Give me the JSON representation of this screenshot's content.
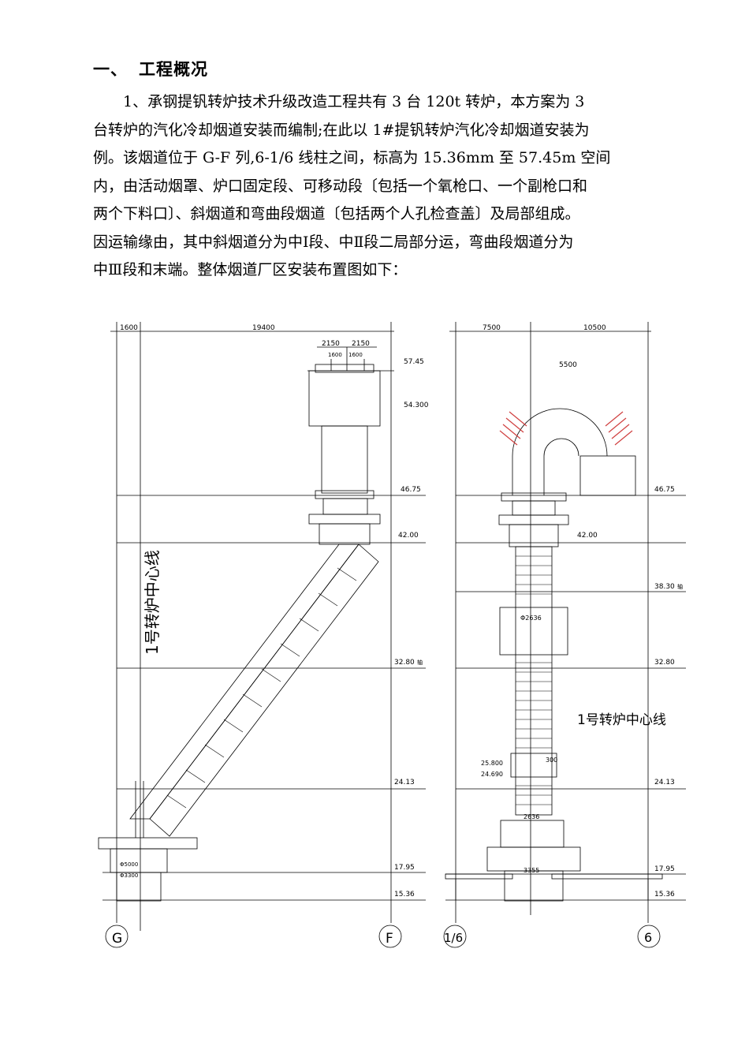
{
  "heading": {
    "number": "一、",
    "title": "工程概况"
  },
  "paragraph_lines": [
    "1、承钢提钒转炉技术升级改造工程共有 3 台 120t 转炉，本方案为 3",
    "台转炉的汽化冷却烟道安装而编制;在此以 1#提钒转炉汽化冷却烟道安装为",
    "例。该烟道位于 G-F 列,6-1/6 线柱之间，标高为 15.36mm 至 57.45m 空间",
    "内，由活动烟罩、炉口固定段、可移动段〔包括一个氧枪口、一个副枪口和",
    "两个下料口〕、斜烟道和弯曲段烟道〔包括两个人孔检查盖〕及局部组成。",
    "因运输缘由，其中斜烟道分为中Ⅰ段、中Ⅱ段二局部分运，弯曲段烟道分为",
    "中Ⅲ段和末端。整体烟道厂区安装布置图如下："
  ],
  "drawing_left": {
    "dims_top": [
      "1600",
      "19400"
    ],
    "dims_hood": [
      "2150",
      "2150",
      "1600",
      "1600"
    ],
    "elevations": [
      "57.45",
      "54.300",
      "46.75",
      "42.00",
      "32.80",
      "24.13",
      "17.95",
      "15.36"
    ],
    "elevation_suffix": "轴",
    "centerline_label": "1号转炉中心线",
    "base_dims": [
      "Φ5000",
      "Φ3300"
    ],
    "axis_labels": [
      "G",
      "F"
    ]
  },
  "drawing_right": {
    "dims_top": [
      "7500",
      "10500"
    ],
    "dim_bend": "5500",
    "elevations": [
      "46.75",
      "42.00",
      "38.30",
      "32.80",
      "24.13",
      "17.95",
      "15.36"
    ],
    "elevation_suffix": "轴",
    "annotations": [
      "Φ2636",
      "25.800",
      "24.690",
      "300",
      "2636",
      "3355"
    ],
    "centerline_label": "1号转炉中心线",
    "axis_labels": [
      "1/6",
      "6"
    ]
  },
  "colors": {
    "ink": "#000000",
    "bend_marks": "#d04040"
  }
}
